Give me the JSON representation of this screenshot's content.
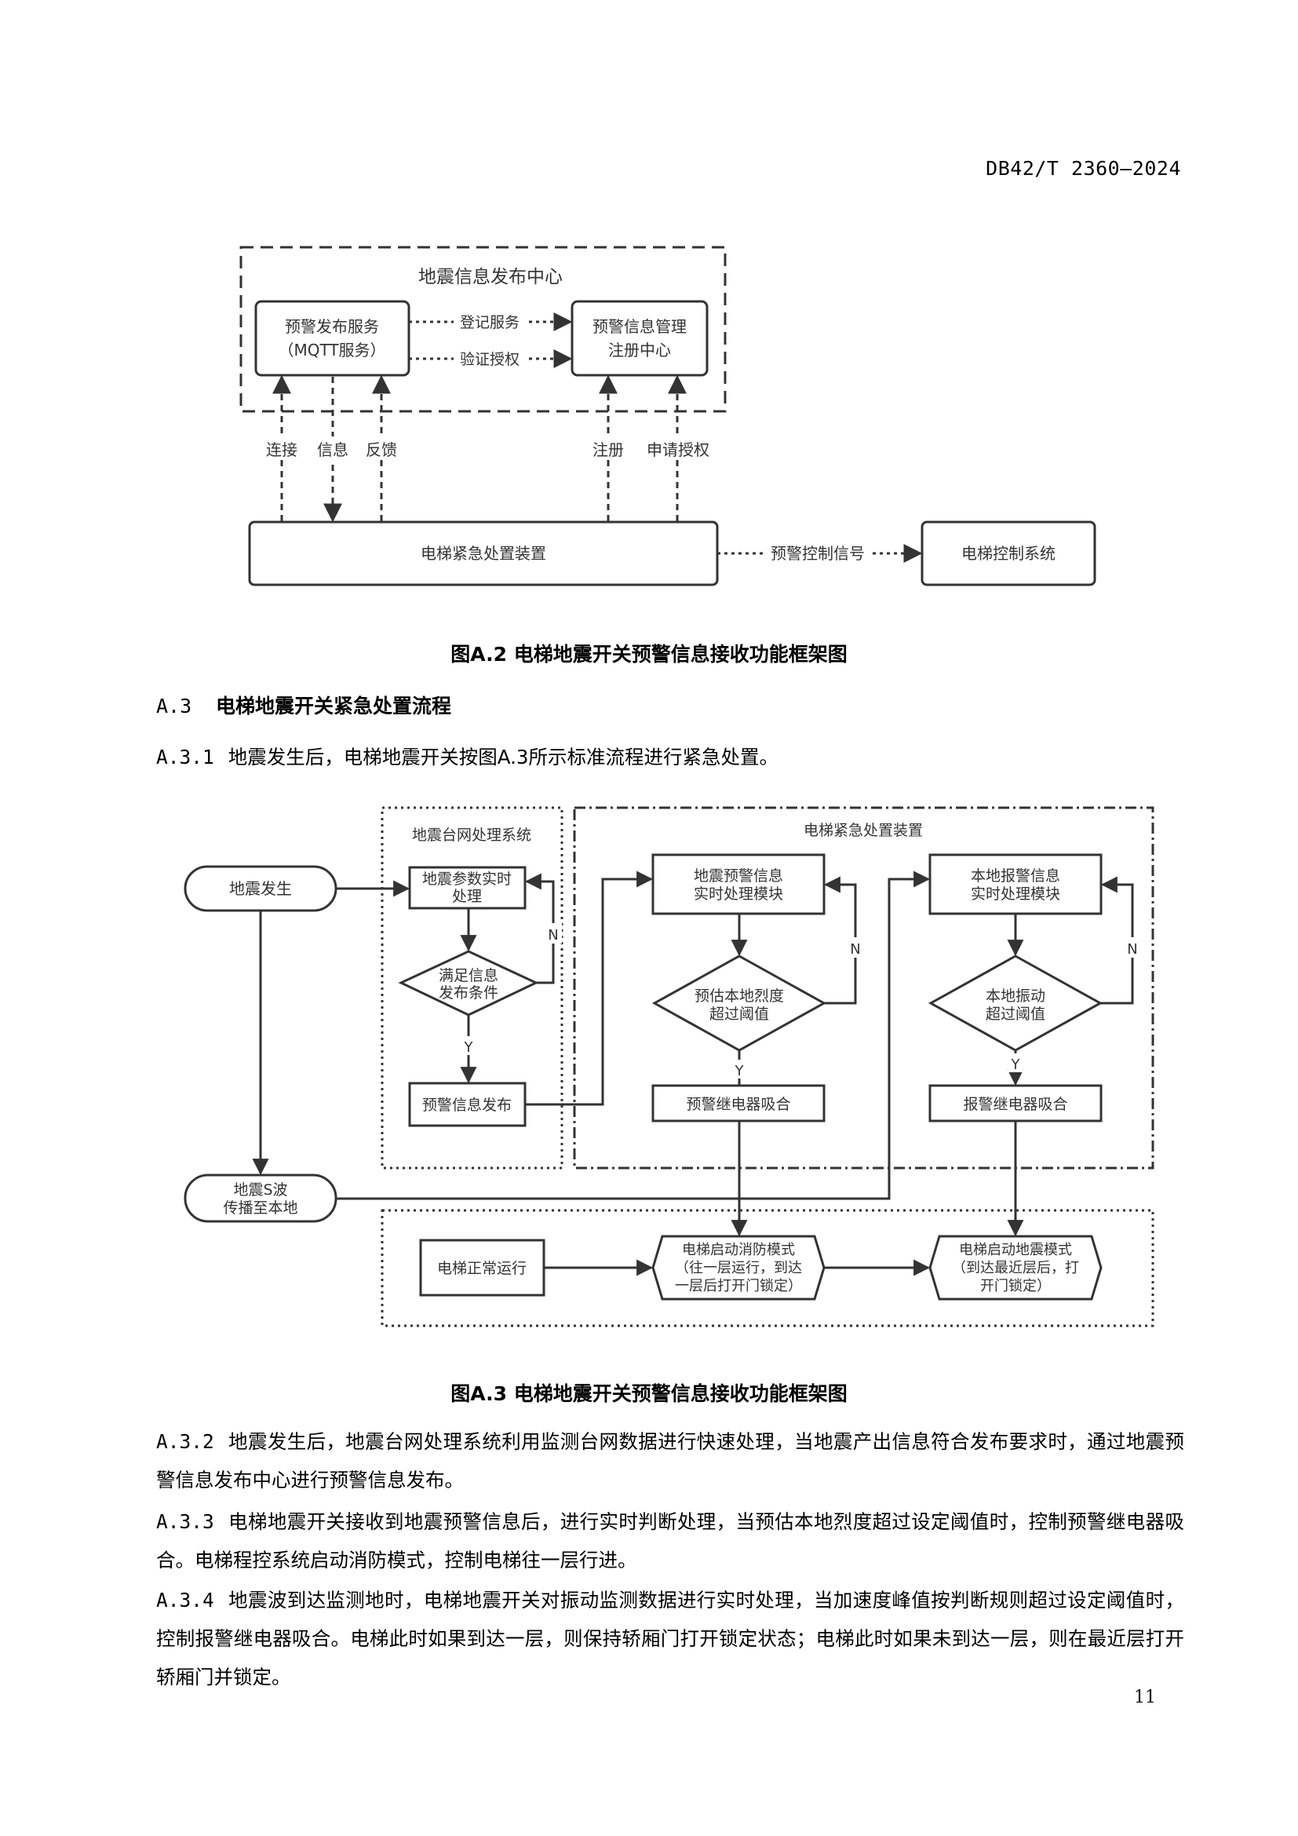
{
  "header": {
    "standard_code": "DB42/T 2360—2024"
  },
  "figure_a2": {
    "caption": "图A.2 电梯地震开关预警信息接收功能框架图",
    "center_title": "地震信息发布中心",
    "publish_service": [
      "预警发布服务",
      "（MQTT服务）"
    ],
    "registry_center": [
      "预警信息管理",
      "注册中心"
    ],
    "edge_register_service": "登记服务",
    "edge_verify_auth": "验证授权",
    "edge_connect": "连接",
    "edge_info": "信息",
    "edge_feedback": "反馈",
    "edge_register": "注册",
    "edge_apply_auth": "申请授权",
    "device": "电梯紧急处置装置",
    "edge_control_signal": "预警控制信号",
    "control_system": "电梯控制系统"
  },
  "section": {
    "number": "A.3",
    "title": "电梯地震开关紧急处置流程"
  },
  "paragraphs": [
    {
      "number": "A.3.1",
      "text": "地震发生后，电梯地震开关按图A.3所示标准流程进行紧急处置。"
    },
    {
      "number": "A.3.2",
      "text": "地震发生后，地震台网处理系统利用监测台网数据进行快速处理，当地震产出信息符合发布要求时，通过地震预警信息发布中心进行预警信息发布。"
    },
    {
      "number": "A.3.3",
      "text": "电梯地震开关接收到地震预警信息后，进行实时判断处理，当预估本地烈度超过设定阈值时，控制预警继电器吸合。电梯程控系统启动消防模式，控制电梯往一层行进。"
    },
    {
      "number": "A.3.4",
      "text": "地震波到达监测地时，电梯地震开关对振动监测数据进行实时处理，当加速度峰值按判断规则超过设定阈值时，控制报警继电器吸合。电梯此时如果到达一层，则保持轿厢门打开锁定状态；电梯此时如果未到达一层，则在最近层打开轿厢门并锁定。"
    }
  ],
  "figure_a3": {
    "caption": "图A.3 电梯地震开关预警信息接收功能框架图",
    "network_group_title": "地震台网处理系统",
    "device_group_title": "电梯紧急处置装置",
    "earthquake_occurs": "地震发生",
    "param_processing": [
      "地震参数实时",
      "处理"
    ],
    "publish_condition": [
      "满足信息",
      "发布条件"
    ],
    "warning_publish": "预警信息发布",
    "warning_module": [
      "地震预警信息",
      "实时处理模块"
    ],
    "intensity_check": [
      "预估本地烈度",
      "超过阈值"
    ],
    "warning_relay": "预警继电器吸合",
    "alarm_module": [
      "本地报警信息",
      "实时处理模块"
    ],
    "vibration_check": [
      "本地振动",
      "超过阈值"
    ],
    "alarm_relay": "报警继电器吸合",
    "s_wave": [
      "地震S波",
      "传播至本地"
    ],
    "normal_run": "电梯正常运行",
    "fire_mode": [
      "电梯启动消防模式",
      "（往一层运行，到达",
      "一层后打开门锁定）"
    ],
    "quake_mode": [
      "电梯启动地震模式",
      "（到达最近层后，打",
      "开门锁定）"
    ],
    "label_yes": "Y",
    "label_no": "N"
  },
  "footer": {
    "page_number": "11"
  }
}
